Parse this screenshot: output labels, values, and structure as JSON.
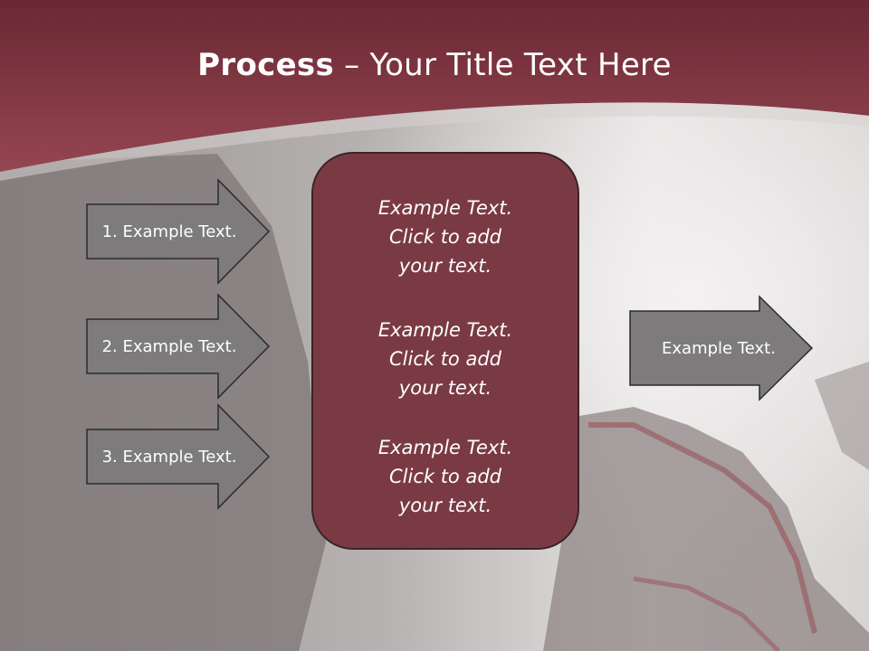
{
  "title": {
    "bold": "Process",
    "rest": " – Your Title Text Here"
  },
  "inputs": [
    {
      "label": "1. Example Text."
    },
    {
      "label": "2. Example Text."
    },
    {
      "label": "3. Example Text."
    }
  ],
  "center": {
    "blocks": [
      {
        "text": "Example Text.\nClick  to add\nyour text."
      },
      {
        "text": "Example Text.\nClick  to add\nyour text."
      },
      {
        "text": "Example Text.\nClick  to add\nyour text."
      }
    ]
  },
  "output": {
    "label": "Example Text."
  },
  "colors": {
    "header": "#8a3d48",
    "center_box": "#7a3a44",
    "arrow_fill": "#7d7b7b",
    "arrow_stroke": "#2b2b2b",
    "text": "#ffffff"
  }
}
